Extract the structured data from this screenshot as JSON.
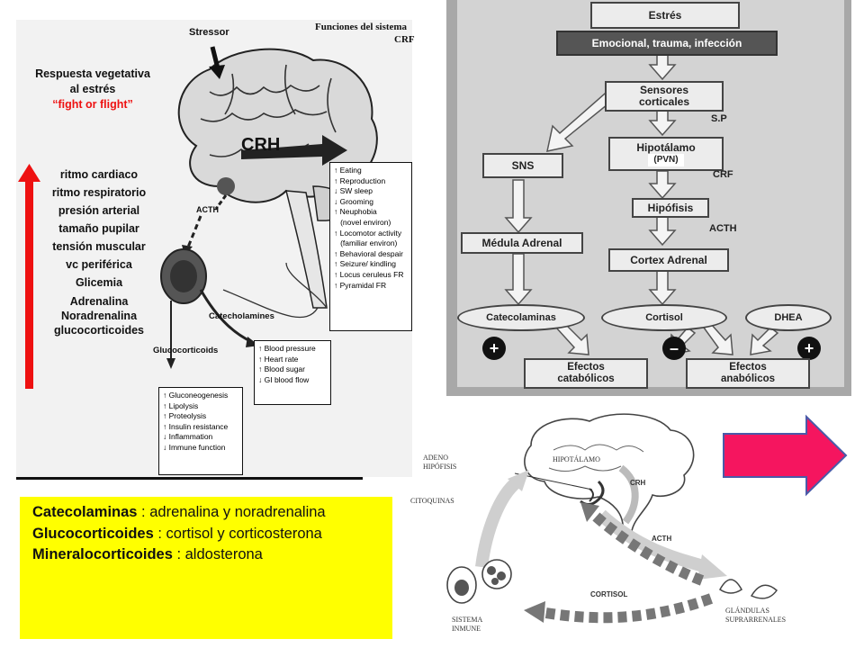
{
  "panel_brain": {
    "stressor": "Stressor",
    "crf_title_line1": "Funciones del sistema",
    "crf_title_line2": "CRF",
    "response_title_line1": "Respuesta vegetativa",
    "response_title_line2": "al estrés",
    "response_title_quote": "“fight or flight”",
    "responses": [
      "ritmo cardiaco",
      "ritmo respiratorio",
      "presión arterial",
      "tamaño pupilar",
      "tensión muscular",
      "vc periférica",
      "Glicemia",
      "Adrenalina",
      "Noradrenalina",
      "glucocorticoides"
    ],
    "crh": "CRH",
    "acth": "ACTH",
    "catecholamines": "Catecholamines",
    "glucocorticoids": "Glucocorticoids",
    "crf_effects": [
      "↑ Eating",
      "↑ Reproduction",
      "↓ SW sleep",
      "↓ Grooming",
      "↑ Neuphobia",
      "   (novel environ)",
      "↑ Locomotor activity",
      "   (familiar environ)",
      "↑ Behavioral despair",
      "↑ Seizure/ kindling",
      "↑ Locus ceruleus FR",
      "↑ Pyramidal FR"
    ],
    "catecholamine_effects": [
      "↑ Blood pressure",
      "↑ Heart rate",
      "↑ Blood sugar",
      "↓ GI blood flow"
    ],
    "glucocorticoid_effects": [
      "↑ Gluconeogenesis",
      "↑ Lipolysis",
      "↑ Proteolysis",
      "↑ Insulin resistance",
      "↓ Inflammation",
      "↓ Immune function"
    ]
  },
  "panel_flow": {
    "estres": "Estrés",
    "emocional": "Emocional, trauma, infección",
    "sensores_line1": "Sensores",
    "sensores_line2": "corticales",
    "sp": "S.P",
    "hipotalamo": "Hipotálamo",
    "pvn": "(PVN)",
    "crf": "CRF",
    "sns": "SNS",
    "hipofisis": "Hipófisis",
    "acth": "ACTH",
    "medula": "Médula Adrenal",
    "cortex": "Cortex Adrenal",
    "catecolaminas": "Catecolaminas",
    "cortisol": "Cortisol",
    "dhea": "DHEA",
    "plus": "+",
    "minus": "–",
    "catabolicos_line1": "Efectos",
    "catabolicos_line2": "catabólicos",
    "anabolicos_line1": "Efectos",
    "anabolicos_line2": "anabólicos"
  },
  "panel_cycle": {
    "adeno_line1": "ADENO",
    "adeno_line2": "HIPÓFISIS",
    "hipotalamo": "HIPOTÁLAMO",
    "crh": "CRH",
    "citoquinas": "CITOQUINAS",
    "acth": "ACTH",
    "cortisol": "CORTISOL",
    "sistema_line1": "SISTEMA",
    "sistema_line2": "INMUNE",
    "glandulas_line1": "GLÁNDULAS",
    "glandulas_line2": "SUPRARRENALES"
  },
  "legend": {
    "cat_term": "Catecolaminas",
    "cat_def": " : adrenalina y noradrenalina",
    "gluco_term": "Glucocorticoides",
    "gluco_def": " : cortisol y corticosterona",
    "mineral_term": "Mineralocorticoides",
    "mineral_def": " :  aldosterona"
  },
  "colors": {
    "red_arrow": "#ee1111",
    "pink_arrow": "#f5155f",
    "legend_bg": "#ffff00"
  }
}
